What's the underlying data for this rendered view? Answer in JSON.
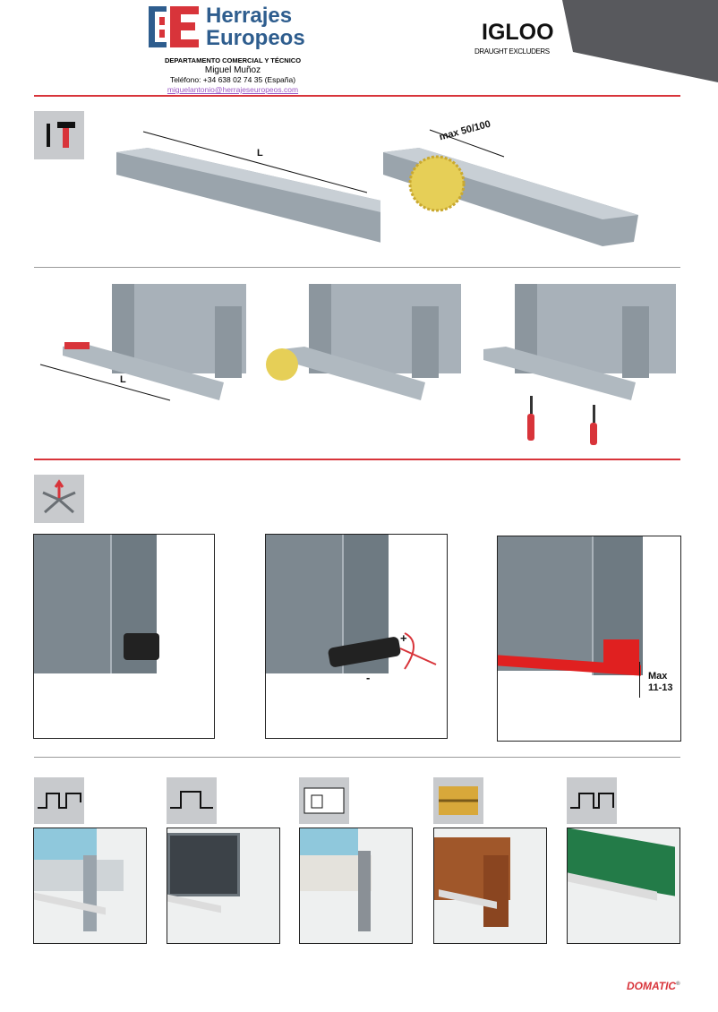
{
  "header": {
    "logo_line1": "Herrajes",
    "logo_line2": "Europeos",
    "department": "DEPARTAMENTO  COMERCIAL Y TÉCNICO",
    "contact_name": "Miguel Muñoz",
    "phone": "Teléfono:  +34 638 02 74 35 (España)",
    "email": "miguelantonio@herrajeseuropeos.com",
    "product": "IGLOO",
    "subtitle": "DRAUGHT EXCLUDERS"
  },
  "cutting": {
    "length_label": "L",
    "max_label": "max 50/100",
    "length_label_2": "L"
  },
  "adjust": {
    "plus": "+",
    "minus": "-",
    "max_label": "Max",
    "max_value": "11-13"
  },
  "footer": {
    "brand": "DOMATIC",
    "reg": "®"
  },
  "colors": {
    "red": "#d8343a",
    "blue": "#2e5d8e",
    "dark": "#58595d"
  }
}
